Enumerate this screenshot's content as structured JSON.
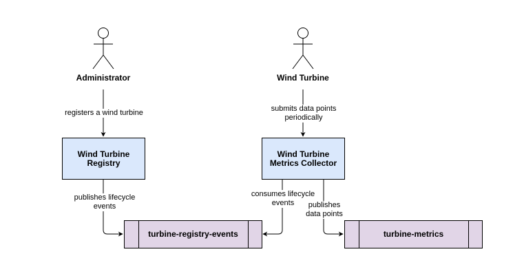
{
  "colors": {
    "component_fill": "#dae8fc",
    "topic_fill": "#e1d5e7",
    "stroke": "#000000",
    "background": "#ffffff"
  },
  "actors": {
    "administrator": {
      "name": "Administrator",
      "icon": "stick-figure-icon"
    },
    "wind_turbine": {
      "name": "Wind Turbine",
      "icon": "stick-figure-icon"
    }
  },
  "components": {
    "registry": {
      "name": "Wind Turbine\nRegistry"
    },
    "metrics_collector": {
      "name": "Wind Turbine\nMetrics Collector"
    }
  },
  "topics": {
    "registry_events": {
      "name": "turbine-registry-events"
    },
    "metrics": {
      "name": "turbine-metrics"
    }
  },
  "edges": {
    "registers": {
      "label": "registers a wind turbine"
    },
    "submits": {
      "label": "submits data points\nperiodically"
    },
    "publishes_lifecycle": {
      "label": "publishes lifecycle\nevents"
    },
    "consumes_lifecycle": {
      "label": "consumes lifecycle\nevents"
    },
    "publishes_data": {
      "label": "publishes\ndata points"
    }
  }
}
